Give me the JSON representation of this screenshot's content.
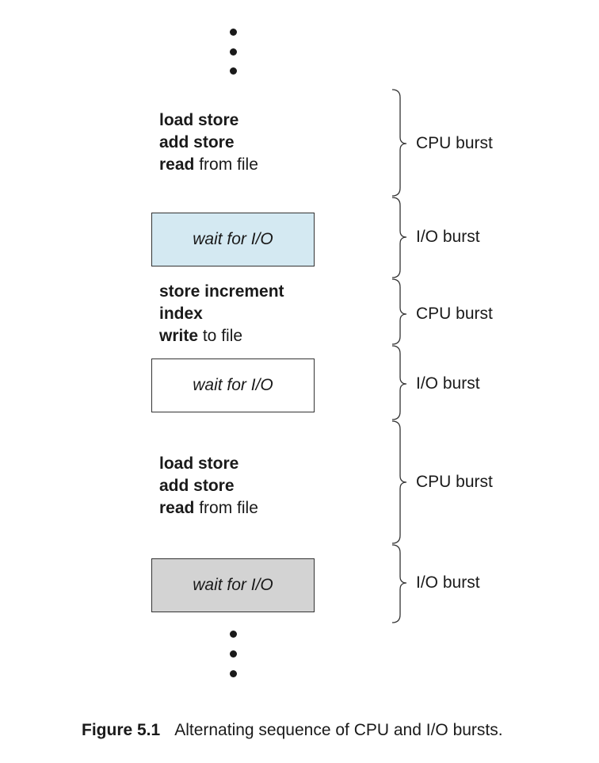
{
  "blocks": [
    {
      "type": "cpu",
      "lines": [
        {
          "bold": "load store",
          "rest": ""
        },
        {
          "bold": "add store",
          "rest": ""
        },
        {
          "bold": "read",
          "rest": " from file"
        }
      ],
      "label": "CPU burst"
    },
    {
      "type": "io",
      "text": "wait for I/O",
      "fill": "#d4e9f2",
      "label": "I/O burst"
    },
    {
      "type": "cpu",
      "lines": [
        {
          "bold": "store increment",
          "rest": ""
        },
        {
          "bold": "index",
          "rest": ""
        },
        {
          "bold": "write",
          "rest": " to file"
        }
      ],
      "label": "CPU burst"
    },
    {
      "type": "io",
      "text": "wait for I/O",
      "fill": "#ffffff",
      "label": "I/O burst"
    },
    {
      "type": "cpu",
      "lines": [
        {
          "bold": "load store",
          "rest": ""
        },
        {
          "bold": "add store",
          "rest": ""
        },
        {
          "bold": "read",
          "rest": " from file"
        }
      ],
      "label": "CPU burst"
    },
    {
      "type": "io",
      "text": "wait for I/O",
      "fill": "#d3d3d3",
      "label": "I/O burst"
    }
  ],
  "caption": {
    "number": "Figure 5.1",
    "text": "Alternating sequence of CPU and I/O bursts."
  }
}
